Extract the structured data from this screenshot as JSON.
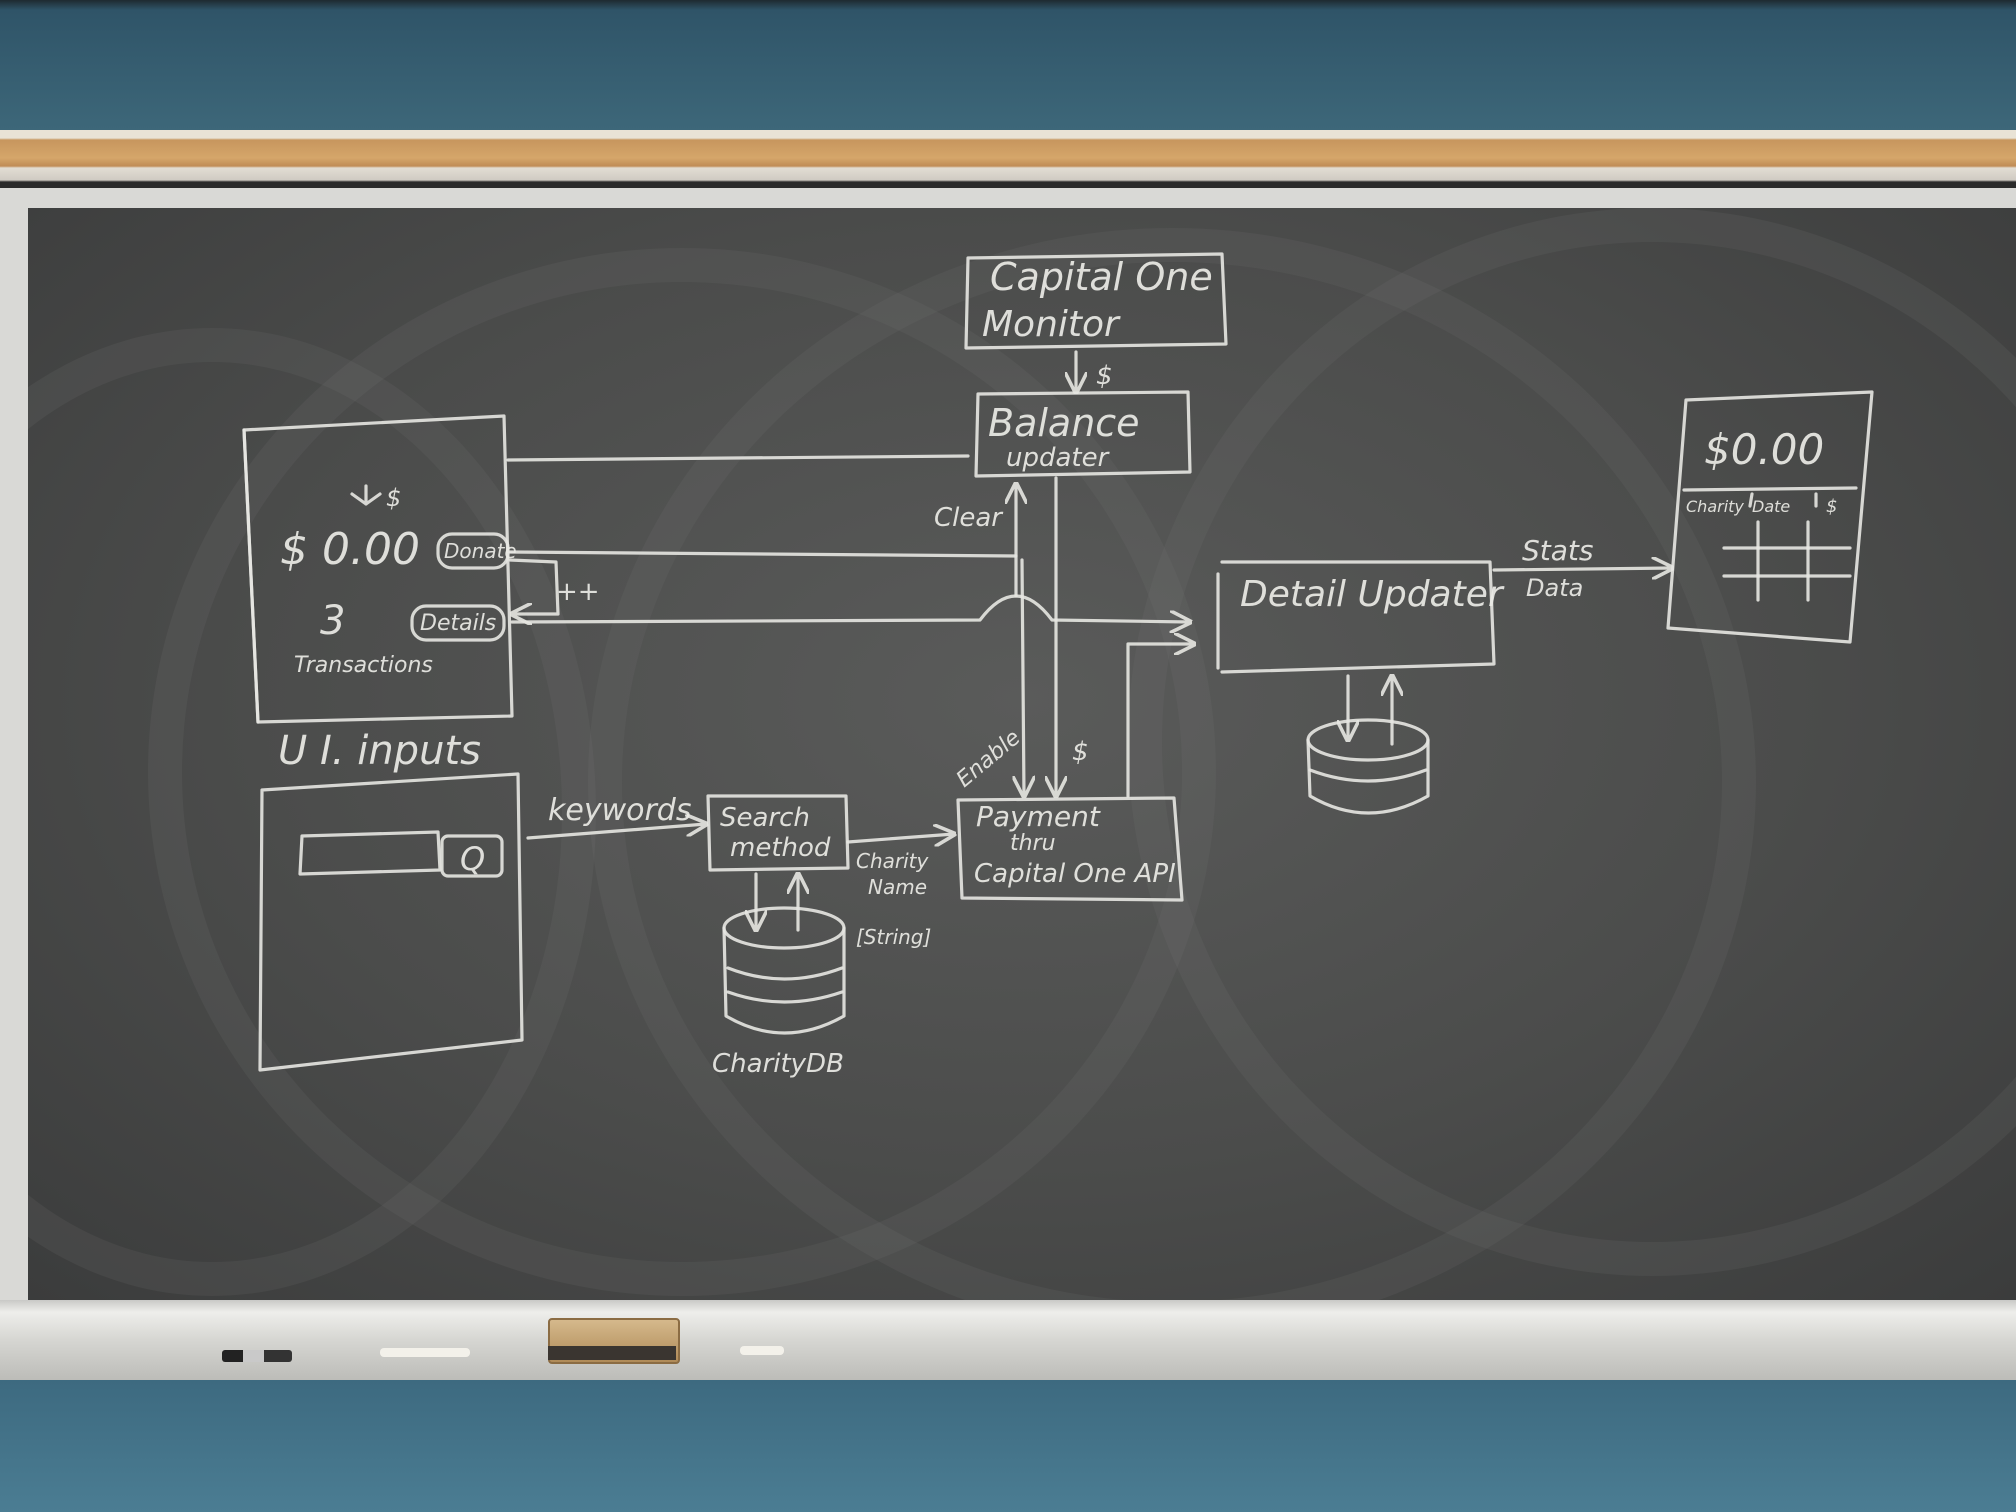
{
  "monitor": {
    "line1": "Capital One",
    "line2": "Monitor"
  },
  "monitor_flow_label": "$",
  "balance_updater": {
    "line1": "Balance",
    "line2": "updater"
  },
  "clear_label": "Clear",
  "ui_panel": {
    "dollar_label": "$",
    "amount": "$ 0.00",
    "donate_button": "Donate",
    "transactions_count": "3",
    "transactions_label": "Transactions",
    "details_button": "Details",
    "plusplus_label": "++"
  },
  "ui_inputs_label": "U I. inputs",
  "search_button": "Q",
  "keywords_label": "keywords",
  "search_method": {
    "line1": "Search",
    "line2": "method"
  },
  "charity_name_label": {
    "line1": "Charity",
    "line2": "Name",
    "line3": "[String]"
  },
  "charity_db_label": "CharityDB",
  "enable_label": "Enable",
  "payment_dollar_label": "$",
  "payment_box": {
    "line1": "Payment",
    "line2": "thru",
    "line3": "Capital One API"
  },
  "detail_updater": "Detail Updater",
  "stats_label": {
    "line1": "Stats",
    "line2": "Data"
  },
  "details_view": {
    "amount": "$0.00",
    "columns": [
      "Charity",
      "Date",
      "$"
    ]
  }
}
